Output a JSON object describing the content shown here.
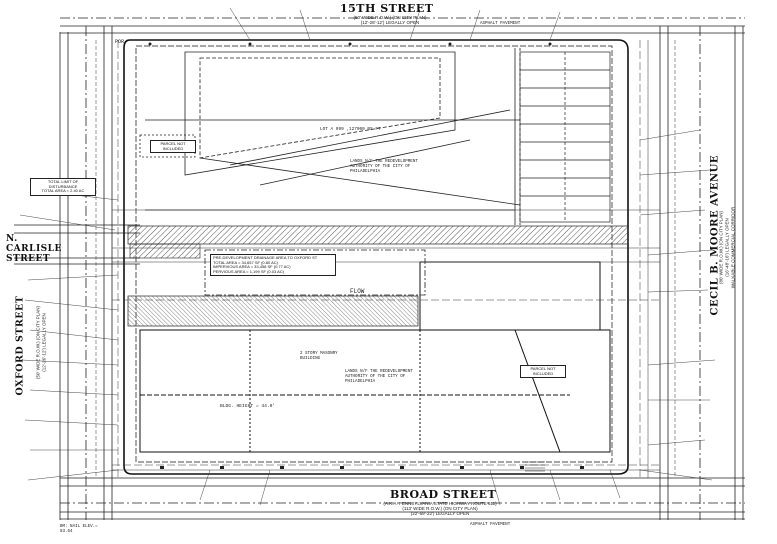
{
  "streets": {
    "top": {
      "name": "15TH STREET",
      "sub": [
        "(50' WIDE R.O.W.) (ON CITY PLAN)",
        "(12'-28'-12') LEGALLY OPEN"
      ]
    },
    "bottom": {
      "name": "BROAD STREET",
      "sub": [
        "(A.K.A. PENNSYLVANIA STATE HIGHWAY ROUTE 611)",
        "(113' WIDE R.O.W.) (ON CITY PLAN)",
        "(22'-69'-22') LEGALLY OPEN"
      ]
    },
    "left_top": {
      "name": "N. CARLISLE STREET"
    },
    "left": {
      "name": "OXFORD STREET",
      "sub": [
        "(50' WIDE R.O.W.) (ON CITY PLAN)",
        "(12'-26'-12') LEGALLY OPEN"
      ]
    },
    "right": {
      "name": "CECIL B. MOORE AVENUE",
      "sub": [
        "(80' WIDE R.O.W.) (ON CITY PLAN)",
        "(16'-48'-16') LEGALLY OPEN",
        "WALKABLE COMMERCIAL CORRIDOR"
      ]
    }
  },
  "labels": {
    "parcel_not_included_1": "PARCEL NOT INCLUDED",
    "parcel_not_included_2": "PARCEL NOT INCLUDED",
    "flow": "FLOW",
    "bldg_height": "BLDG. HEIGHT = 44.0'",
    "lot_area_top": "LOT A 999 ,127000 BS FT",
    "redev_top": "LANDS N/F THE REDEVELOPMENT AUTHORITY OF THE CITY OF PHILADELPHIA",
    "redev_bottom": "LANDS N/F THE REDEVELOPMENT AUTHORITY OF THE CITY OF PHILADELPHIA",
    "masonry_building": "2 STORY MASONRY BUILDING",
    "drainage_box": [
      "PRE-DEVELOPMENT DRAINAGE AREA TO OXFORD ST",
      "TOTAL AREA = 34,657 SF (0.80 AC)",
      "IMPERVIOUS AREA = 33,458 SF (0.77 AC)",
      "PERVIOUS AREA = 1,199 SF (0.03 AC)"
    ],
    "total_area_box": [
      "TOTAL LIMIT OF DISTURBANCE",
      "TOTAL AREA = 2.40 AC"
    ],
    "bm_nail": "BM: NAIL ELEV.= 83.64",
    "por": "POR",
    "asphalt_top": "ASPHALT PAVEMENT",
    "asphalt_bottom": "ASPHALT PAVEMENT"
  },
  "chart_data": {
    "type": "site plan",
    "title": "",
    "streets": [
      "15TH STREET",
      "BROAD STREET",
      "OXFORD STREET",
      "N. CARLISLE STREET",
      "CECIL B. MOORE AVENUE"
    ]
  }
}
